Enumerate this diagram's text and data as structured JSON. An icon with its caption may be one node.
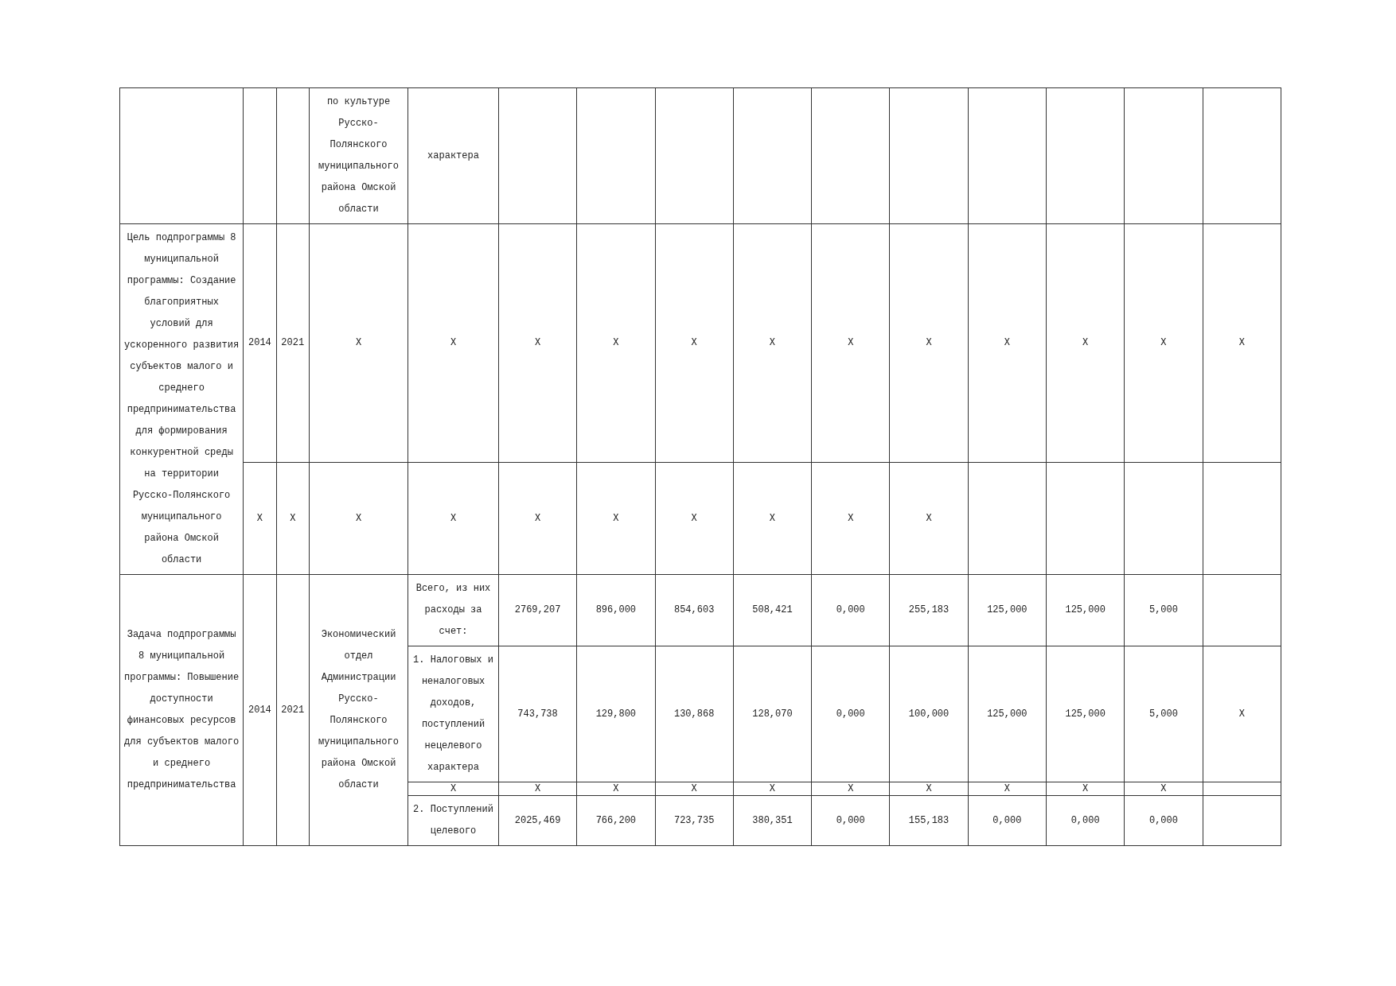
{
  "diagram": {
    "labels": [
      "по культуре Русско-Полянского муниципального района Омской области",
      "характера",
      "Цель подпрограммы 8 муниципальной программы: Создание благоприятных условий для ускоренного развития субъектов малого и среднего предпринимательства для формирования конкурентной среды на территории Русско-Полянского муниципального района Омской области",
      "2014",
      "2021",
      "X",
      "X",
      "X",
      "X",
      "X",
      "X",
      "X",
      "X",
      "X",
      "X",
      "X",
      "X",
      "X",
      "X",
      "X",
      "X",
      "X",
      "X",
      "X",
      "X",
      "X",
      "X",
      "Задача подпрограммы 8 муниципальной программы: Повышение доступности финансовых ресурсов для субъектов малого и среднего предпринимательства",
      "2014",
      "2021",
      "Экономический отдел Администрации Русско-Полянского муниципального района Омской области",
      "Всего, из них расходы за счет:",
      "2769,207",
      "896,000",
      "854,603",
      "508,421",
      "0,000",
      "255,183",
      "125,000",
      "125,000",
      "5,000",
      "1. Налоговых и неналоговых доходов, поступлений нецелевого характера",
      "743,738",
      "129,800",
      "130,868",
      "128,070",
      "0,000",
      "100,000",
      "125,000",
      "125,000",
      "5,000",
      "X",
      "X",
      "X",
      "X",
      "X",
      "X",
      "X",
      "X",
      "X",
      "X",
      "X",
      "2. Поступлений целевого",
      "2025,469",
      "766,200",
      "723,735",
      "380,351",
      "0,000",
      "155,183",
      "0,000",
      "0,000",
      "0,000"
    ]
  }
}
